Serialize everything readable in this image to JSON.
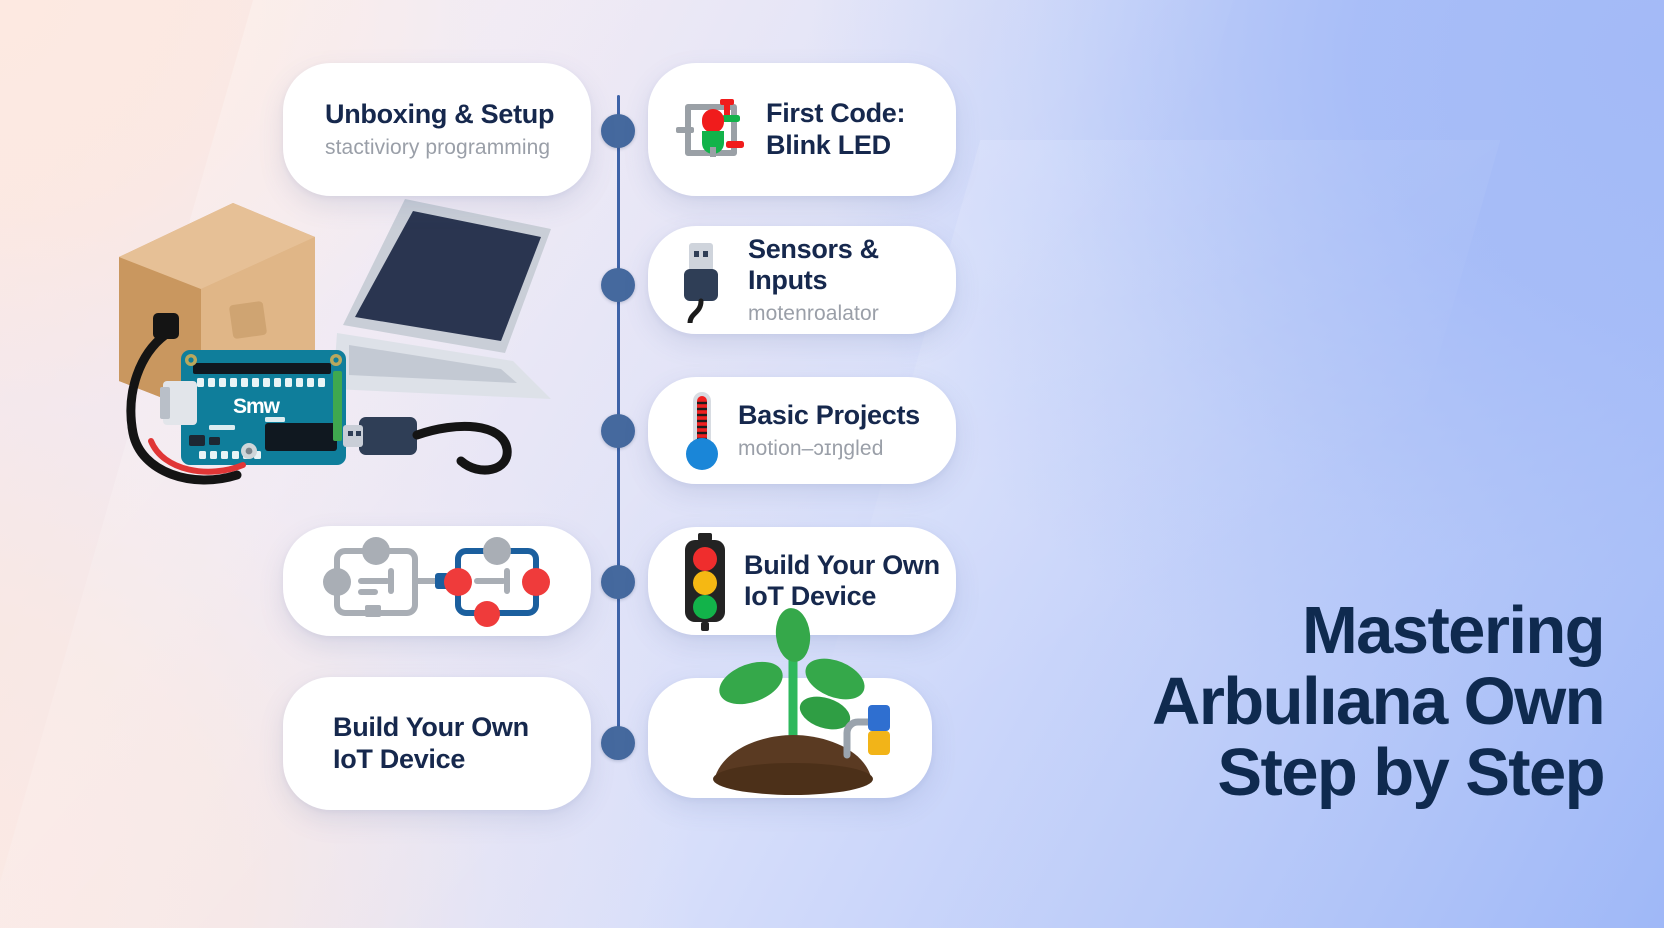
{
  "headline": {
    "line1": "Mastering",
    "line2": "Arbulıana Own",
    "line3": "Step by Step",
    "color": "#0f2a4f"
  },
  "background": {
    "top_left_color": "#fde9e1",
    "top_right_color": "#a3baf7",
    "bottom_left_color": "#fbe9e4",
    "bottom_right_color": "#9fb8f7"
  },
  "timeline": {
    "line_color": "#3e63a8",
    "dot_color": "#45699e",
    "dot_count": 5,
    "dot_positions_y": [
      114,
      268,
      414,
      565,
      726
    ]
  },
  "cards": {
    "unboxing": {
      "title": "Unboxing & Setup",
      "subtitle": "stactiviory programming",
      "icon": "none"
    },
    "first_code": {
      "title_line1": "First Code:",
      "title_line2": "Blink LED",
      "icon": "led-circuit-icon",
      "icon_colors": {
        "led_red": "#f01c1c",
        "led_green": "#12b34a",
        "wire_gray": "#9aa0a6",
        "wire_red": "#f01c1c",
        "wire_green": "#12b34a"
      }
    },
    "sensors": {
      "title": "Sensors & Inputs",
      "subtitle": "motenroalator",
      "icon": "usb-connector-icon",
      "icon_colors": {
        "body": "#2f3e56",
        "metal": "#cfd4dc",
        "cable": "#1b1b1b"
      }
    },
    "basic_projects": {
      "title": "Basic Projects",
      "subtitle": "motion–ɔɪŋgled",
      "icon": "thermometer-icon",
      "icon_colors": {
        "mercury": "#f02020",
        "bulb": "#1a86d8",
        "casing": "#d8dce2"
      }
    },
    "iot_right": {
      "title_line1": "Build Your Own",
      "title_line2": "IoT Device",
      "icon": "traffic-light-icon",
      "icon_colors": {
        "red": "#ef2d2d",
        "amber": "#f5b813",
        "green": "#12b34a",
        "body": "#232323"
      }
    },
    "circuit": {
      "title": "",
      "icon": "circuit-diagram-icon",
      "icon_colors": {
        "gray": "#a9aeb5",
        "blue": "#1b5f9e",
        "node_red": "#ef3b3b",
        "node_gray": "#a9aeb5"
      }
    },
    "iot_left": {
      "title_line1": "Build Your Own",
      "title_line2": "IoT Device",
      "icon": "none"
    },
    "plant": {
      "title": "",
      "icon": "plant-soil-sensor-icon",
      "icon_colors": {
        "leaf": "#35a84a",
        "stem": "#2eb85c",
        "soil": "#5a3a22",
        "probe": "#9aa3ad",
        "sensor_blue": "#2f6fd0",
        "sensor_yellow": "#f2b418"
      }
    }
  },
  "hero_illustration": {
    "name": "arduino-unboxing-illustration",
    "board_label": "Smw",
    "colors": {
      "box": "#d7a877",
      "box_shade": "#c18f5e",
      "laptop_screen": "#2a3550",
      "laptop_body": "#c8cdd6",
      "board": "#0f7e9b",
      "cable": "#141414",
      "usb_plug": "#2f3e56"
    }
  }
}
